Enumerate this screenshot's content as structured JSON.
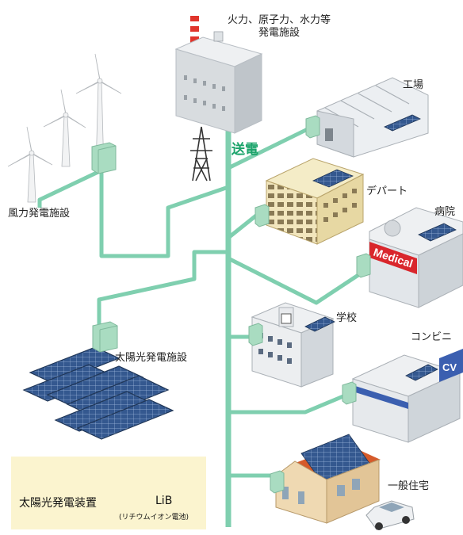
{
  "labels": {
    "power_plant_line1": "火力、原子力、水力等",
    "power_plant_line2": "発電施設",
    "transmission": "送電",
    "wind": "風力発電施設",
    "solar_facility": "太陽光発電施設",
    "factory": "工場",
    "department_store": "デパート",
    "hospital": "病院",
    "hospital_sign": "Medical",
    "school": "学校",
    "convenience_store": "コンビニ",
    "convenience_sign": "CV",
    "house": "一般住宅"
  },
  "legend": {
    "solar_device": "太陽光発電装置",
    "lib": "LiB",
    "lib_note": "(リチウムイオン電池)"
  },
  "colors": {
    "line": "#7fcfaf",
    "battery": "#a9dcc1",
    "panel": "#3a5f9a",
    "legend_bg": "#fbf4cf",
    "transmission_text": "#1aa36a",
    "medical_red": "#d9262c"
  }
}
